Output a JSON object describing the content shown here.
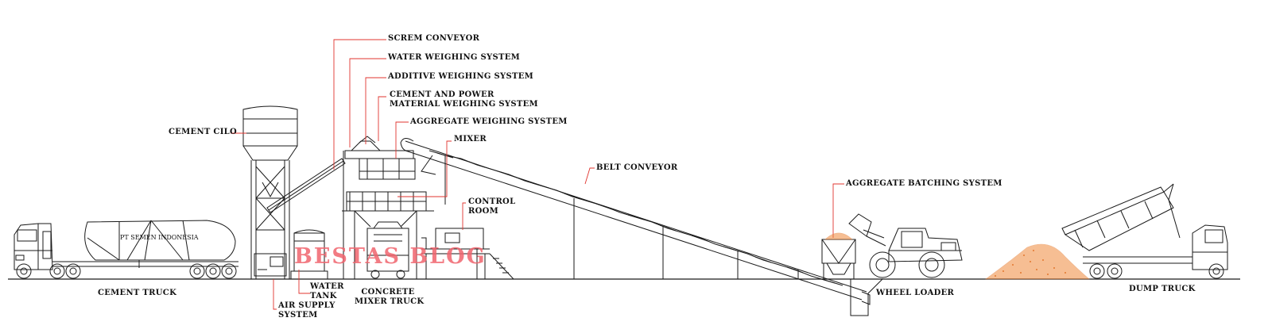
{
  "labels": {
    "screw_conveyor": "SCREM CONVEYOR",
    "water_weighing": "WATER WEIGHING SYSTEM",
    "additive_weighing": "ADDITIVE WEIGHING SYSTEM",
    "cement_power_1": "CEMENT AND POWER",
    "cement_power_2": "MATERIAL WEIGHING SYSTEM",
    "aggregate_weighing": "AGGREGATE WEIGHING SYSTEM",
    "mixer": "MIXER",
    "belt_conveyor": "BELT CONVEYOR",
    "cement_silo": "CEMENT CILO",
    "control_room_1": "CONTROL",
    "control_room_2": "ROOM",
    "aggregate_batching": "AGGREGATE BATCHING SYSTEM",
    "cement_truck": "CEMENT TRUCK",
    "water_tank_1": "WATER",
    "water_tank_2": "TANK",
    "air_supply_1": "AIR SUPPLY",
    "air_supply_2": "SYSTEM",
    "concrete_mixer_1": "CONCRETE",
    "concrete_mixer_2": "MIXER TRUCK",
    "wheel_loader": "WHEEL LOADER",
    "dump_truck": "DUMP TRUCK"
  },
  "truck_lettering": "PT SEMEN INDONESIA",
  "watermark": "BESTAS BLOG",
  "colors": {
    "line": "#1a1a1a",
    "leader": "#e0342f",
    "watermark": "#f0646e",
    "aggregate": "#f08a3c"
  }
}
